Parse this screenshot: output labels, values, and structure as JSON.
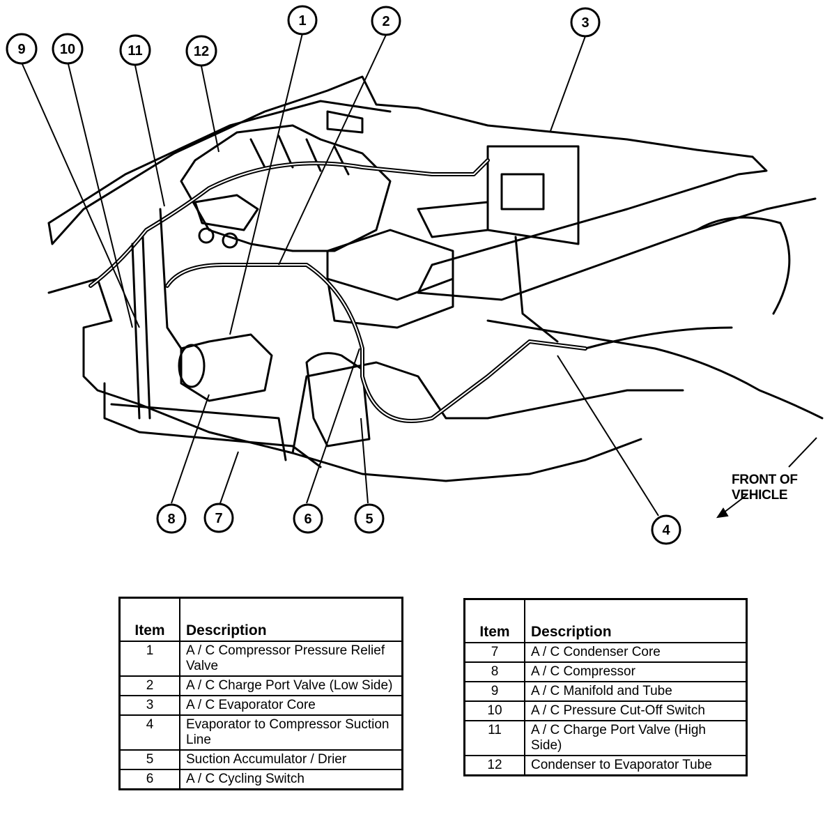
{
  "diagram": {
    "callouts": [
      "1",
      "2",
      "3",
      "4",
      "5",
      "6",
      "7",
      "8",
      "9",
      "10",
      "11",
      "12"
    ],
    "front_label_line1": "FRONT OF",
    "front_label_line2": "VEHICLE"
  },
  "tables": {
    "header_item": "Item",
    "header_description": "Description",
    "left_rows": [
      {
        "item": "1",
        "description": "A / C Compressor Pressure Relief Valve"
      },
      {
        "item": "2",
        "description": "A / C Charge Port Valve (Low Side)"
      },
      {
        "item": "3",
        "description": "A / C Evaporator Core"
      },
      {
        "item": "4",
        "description": "Evaporator to Compressor Suction Line"
      },
      {
        "item": "5",
        "description": "Suction Accumulator / Drier"
      },
      {
        "item": "6",
        "description": "A / C Cycling Switch"
      }
    ],
    "right_rows": [
      {
        "item": "7",
        "description": "A / C Condenser Core"
      },
      {
        "item": "8",
        "description": "A / C Compressor"
      },
      {
        "item": "9",
        "description": "A / C Manifold and Tube"
      },
      {
        "item": "10",
        "description": "A / C Pressure Cut-Off Switch"
      },
      {
        "item": "11",
        "description": "A / C Charge Port Valve (High Side)"
      },
      {
        "item": "12",
        "description": "Condenser to Evaporator Tube"
      }
    ]
  }
}
